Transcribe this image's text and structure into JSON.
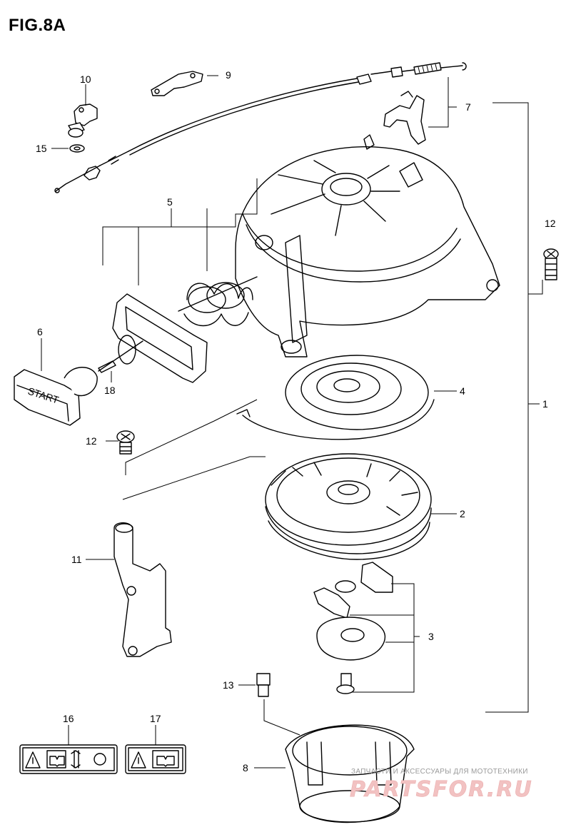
{
  "figure": {
    "title": "FIG.8A"
  },
  "callouts": {
    "c1": "1",
    "c2": "2",
    "c3": "3",
    "c4": "4",
    "c5": "5",
    "c6": "6",
    "c7": "7",
    "c8": "8",
    "c9": "9",
    "c10": "10",
    "c11": "11",
    "c12a": "12",
    "c12b": "12",
    "c13": "13",
    "c15": "15",
    "c16": "16",
    "c17": "17",
    "c18": "18"
  },
  "handle": {
    "text": "START"
  },
  "watermark": {
    "tagline": "ЗАПЧАСТИ И АКСЕССУАРЫ ДЛЯ МОТОТЕХНИКИ",
    "logo": "PARTSFOR.RU"
  }
}
